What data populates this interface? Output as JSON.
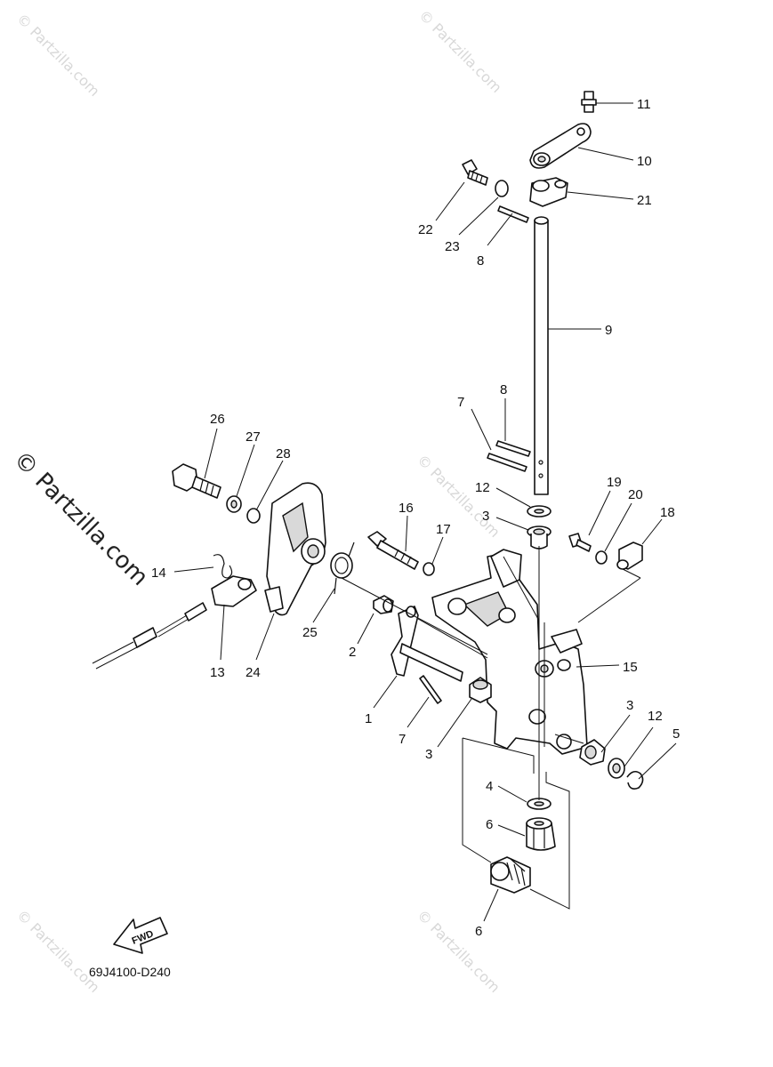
{
  "watermark": {
    "text": "© Partzilla.com",
    "large_text": "© Partzilla.com"
  },
  "diagram_code": "69J4100-D240",
  "fwd_label": "FWD",
  "callouts": [
    {
      "id": "c11",
      "label": "11"
    },
    {
      "id": "c10",
      "label": "10"
    },
    {
      "id": "c21",
      "label": "21"
    },
    {
      "id": "c22",
      "label": "22"
    },
    {
      "id": "c23",
      "label": "23"
    },
    {
      "id": "c8a",
      "label": "8"
    },
    {
      "id": "c9",
      "label": "9"
    },
    {
      "id": "c8b",
      "label": "8"
    },
    {
      "id": "c7a",
      "label": "7"
    },
    {
      "id": "c12a",
      "label": "12"
    },
    {
      "id": "c3a",
      "label": "3"
    },
    {
      "id": "c19",
      "label": "19"
    },
    {
      "id": "c20",
      "label": "20"
    },
    {
      "id": "c18",
      "label": "18"
    },
    {
      "id": "c26",
      "label": "26"
    },
    {
      "id": "c27",
      "label": "27"
    },
    {
      "id": "c28",
      "label": "28"
    },
    {
      "id": "c16",
      "label": "16"
    },
    {
      "id": "c17",
      "label": "17"
    },
    {
      "id": "c14",
      "label": "14"
    },
    {
      "id": "c25",
      "label": "25"
    },
    {
      "id": "c2",
      "label": "2"
    },
    {
      "id": "c15",
      "label": "15"
    },
    {
      "id": "c13",
      "label": "13"
    },
    {
      "id": "c24",
      "label": "24"
    },
    {
      "id": "c1",
      "label": "1"
    },
    {
      "id": "c3b",
      "label": "3"
    },
    {
      "id": "c12b",
      "label": "12"
    },
    {
      "id": "c5",
      "label": "5"
    },
    {
      "id": "c7b",
      "label": "7"
    },
    {
      "id": "c3c",
      "label": "3"
    },
    {
      "id": "c4",
      "label": "4"
    },
    {
      "id": "c6a",
      "label": "6"
    },
    {
      "id": "c6b",
      "label": "6"
    }
  ]
}
